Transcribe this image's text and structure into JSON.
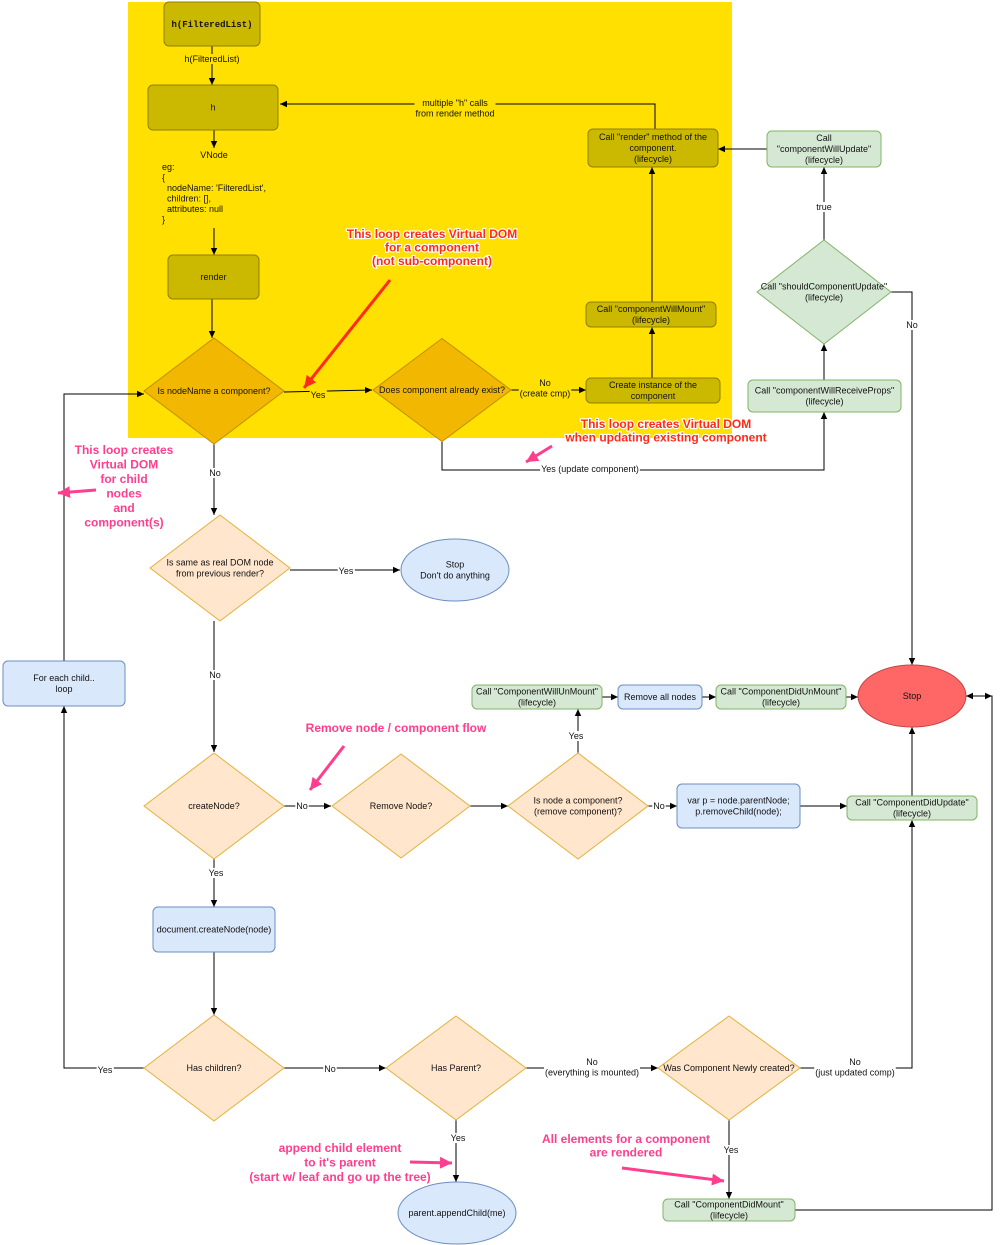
{
  "colors": {
    "background": "#ffffff",
    "highlight_region": "#ffe000",
    "olive_fill": "#cbb800",
    "olive_stroke": "#8f8000",
    "olive_decision_fill": "#f2b700",
    "olive_decision_stroke": "#c08f00",
    "orange_fill": "#ffe6cc",
    "orange_stroke": "#e3b13b",
    "green_fill": "#d5e8d4",
    "green_stroke": "#82b366",
    "blue_fill": "#dae8fc",
    "blue_stroke": "#6c8ebf",
    "stop_fill": "#ff6666",
    "stop_stroke": "#c44444",
    "annotation_red": "#ff2a1a",
    "annotation_pink": "#ff3e8e",
    "edge": "#000000"
  },
  "nodes": {
    "n_hfiltered": {
      "label": [
        "h(FilteredList)"
      ]
    },
    "n_h": {
      "label": [
        "h"
      ]
    },
    "n_render": {
      "label": [
        "render"
      ]
    },
    "n_is_component": {
      "label": [
        "Is nodeName a component?"
      ]
    },
    "n_exists": {
      "label": [
        "Does component already exist?"
      ]
    },
    "n_create_instance": {
      "label": [
        "Create instance of the",
        "component"
      ]
    },
    "n_cwm": {
      "label": [
        "Call \"componentWillMount\"",
        "(lifecycle)"
      ]
    },
    "n_render_method": {
      "label": [
        "Call \"render\" method of the",
        "component.",
        "(lifecycle)"
      ]
    },
    "n_cwu": {
      "label": [
        "Call",
        "\"componentWillUpdate\"",
        "(lifecycle)"
      ]
    },
    "n_scu": {
      "label": [
        "Call \"shouldComponentUpdate\"",
        "(lifecycle)"
      ]
    },
    "n_cwrp": {
      "label": [
        "Call \"componentWillReceiveProps\"",
        "(lifecycle)"
      ]
    },
    "n_same_dom": {
      "label": [
        "Is same as real DOM node",
        "from previous render?"
      ]
    },
    "n_stop_nothing": {
      "label": [
        "Stop",
        "Don't do anything"
      ]
    },
    "n_for_each": {
      "label": [
        "For each child..",
        "loop"
      ]
    },
    "n_cwun": {
      "label": [
        "Call \"ComponentWillUnMount\"",
        "(lifecycle)"
      ]
    },
    "n_remove_all": {
      "label": [
        "Remove all nodes"
      ]
    },
    "n_cdun": {
      "label": [
        "Call \"ComponentDidUnMount\"",
        "(lifecycle)"
      ]
    },
    "n_stop": {
      "label": [
        "Stop"
      ]
    },
    "n_create_node": {
      "label": [
        "createNode?"
      ]
    },
    "n_remove_node": {
      "label": [
        "Remove Node?"
      ]
    },
    "n_is_node_comp": {
      "label": [
        "Is node a component?",
        "(remove component)?"
      ]
    },
    "n_remove_child": {
      "label": [
        "var p = node.parentNode;",
        "p.removeChild(node);"
      ]
    },
    "n_cdu": {
      "label": [
        "Call \"ComponentDidUpdate\"",
        "(lifecycle)"
      ]
    },
    "n_doc_create": {
      "label": [
        "document.createNode(node)"
      ]
    },
    "n_has_children": {
      "label": [
        "Has children?"
      ]
    },
    "n_has_parent": {
      "label": [
        "Has Parent?"
      ]
    },
    "n_newly_created": {
      "label": [
        "Was Component Newly created?"
      ]
    },
    "n_append": {
      "label": [
        "parent.appendChild(me)"
      ]
    },
    "n_cdm": {
      "label": [
        "Call \"ComponentDidMount\"",
        "(lifecycle)"
      ]
    }
  },
  "edge_labels": {
    "l_hfiltered": [
      "h(FilteredList)"
    ],
    "l_multiple_h": [
      "multiple \"h\" calls",
      "from render method"
    ],
    "l_vnode": [
      "VNode"
    ],
    "l_vnode_example": [
      "eg:",
      "{",
      "  nodeName: 'FilteredList',",
      "  children: [],",
      "  attributes: null",
      "}"
    ],
    "l_yes_comp": [
      "Yes"
    ],
    "l_no_create_comp": [
      "No",
      "(create cmp)"
    ],
    "l_true": [
      "true"
    ],
    "l_no_scu": [
      "No"
    ],
    "l_yes_update": [
      "Yes (update component)"
    ],
    "l_no_is_comp": [
      "No"
    ],
    "l_yes_same": [
      "Yes"
    ],
    "l_no_same": [
      "No"
    ],
    "l_yes_remove_comp": [
      "Yes"
    ],
    "l_no_create": [
      "No"
    ],
    "l_no_remove_comp": [
      "No"
    ],
    "l_yes_create": [
      "Yes"
    ],
    "l_yes_children": [
      "Yes"
    ],
    "l_no_children": [
      "No"
    ],
    "l_no_parent": [
      "No",
      "(everything is mounted)"
    ],
    "l_no_newly": [
      "No",
      "(just updated comp)"
    ],
    "l_yes_parent": [
      "Yes"
    ],
    "l_yes_newly": [
      "Yes"
    ]
  },
  "annotations": {
    "a_vdom_component": [
      "This loop creates Virtual DOM",
      "for a component",
      "(not sub-component)"
    ],
    "a_vdom_updating": [
      "This loop creates Virtual DOM",
      "when updating existing component"
    ],
    "a_vdom_child": [
      "This loop creates",
      "Virtual DOM",
      "for child",
      "nodes",
      "and",
      "component(s)"
    ],
    "a_remove_flow": [
      "Remove node / component flow"
    ],
    "a_append_child": [
      "append child element",
      "to it's parent",
      "(start w/ leaf and go up the tree)"
    ],
    "a_all_rendered": [
      "All elements for a component",
      "are rendered"
    ]
  }
}
